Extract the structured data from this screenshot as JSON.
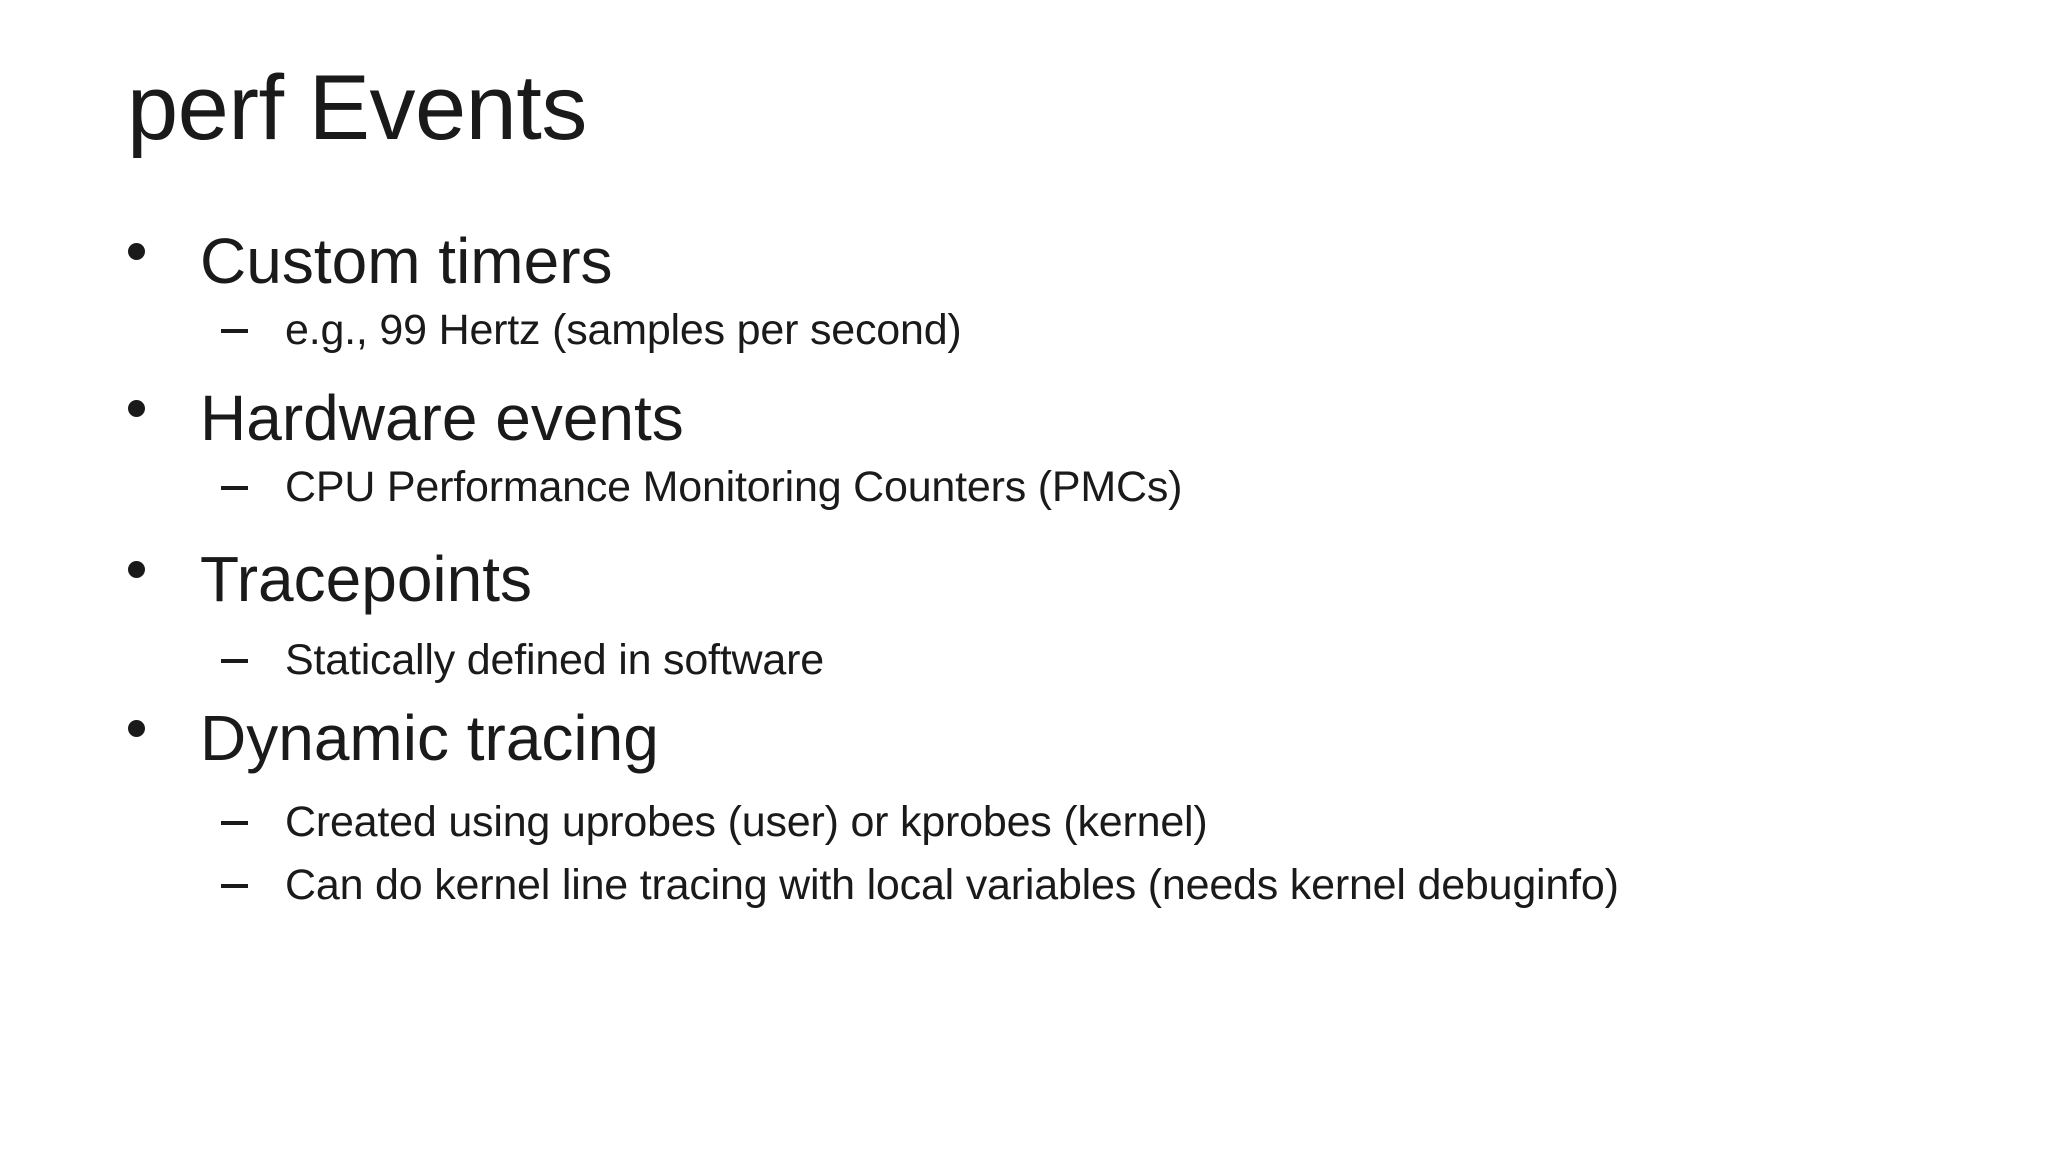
{
  "slide": {
    "title": "perf Events",
    "bullets": [
      {
        "label": "Custom timers",
        "subs": [
          "e.g., 99 Hertz (samples per second)"
        ]
      },
      {
        "label": "Hardware events",
        "subs": [
          "CPU Performance Monitoring Counters (PMCs)"
        ]
      },
      {
        "label": "Tracepoints",
        "subs": [
          "Statically defined in software"
        ]
      },
      {
        "label": "Dynamic tracing",
        "subs": [
          "Created using uprobes (user) or kprobes (kernel)",
          "Can do kernel line tracing with local variables (needs kernel debuginfo)"
        ]
      }
    ],
    "icons": {
      "bullet": "•",
      "sub_bullet": "–"
    },
    "colors": {
      "background": "#ffffff",
      "text": "#1a1a1a"
    }
  }
}
